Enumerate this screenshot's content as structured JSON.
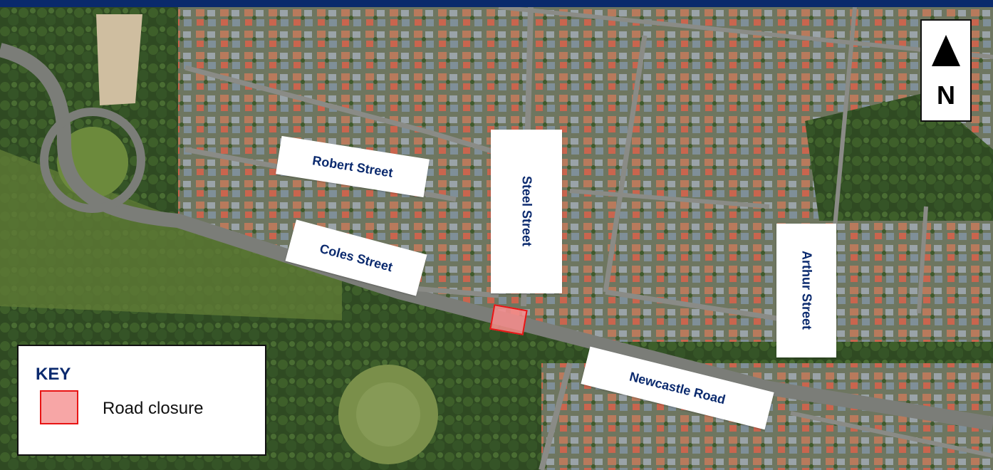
{
  "map": {
    "street_labels": {
      "robert": "Robert Street",
      "coles": "Coles Street",
      "steel": "Steel Street",
      "newcastle": "Newcastle Road",
      "arthur": "Arthur Street"
    },
    "north_arrow": {
      "letter": "N",
      "icon": "north-arrow-triangle"
    },
    "key": {
      "title": "KEY",
      "items": [
        {
          "label": "Road closure",
          "color": "#f7a6a6",
          "border": "#e81414"
        }
      ]
    },
    "colors": {
      "header": "#0a2a6b",
      "label_text": "#0b2a6e",
      "closure": "#e81414"
    }
  }
}
